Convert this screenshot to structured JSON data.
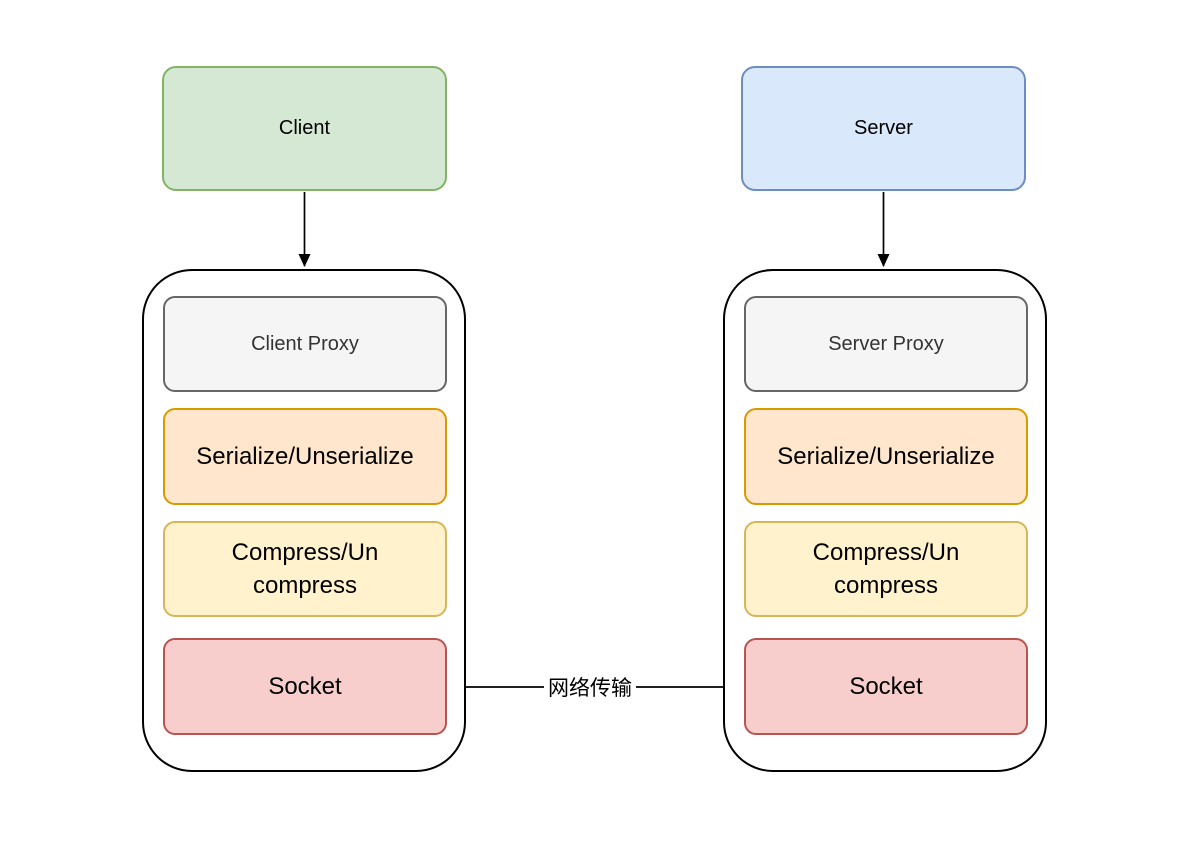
{
  "palette": {
    "green_fill": "#d5e8d4",
    "green_stroke": "#82b366",
    "blue_fill": "#dae8fc",
    "blue_stroke": "#6c8ebf",
    "gray_fill": "#f5f5f5",
    "gray_stroke": "#666666",
    "gray_text": "#333333",
    "orange_fill": "#ffe6cc",
    "orange_stroke": "#d79b00",
    "yellow_fill": "#fff2cc",
    "yellow_stroke": "#d6b656",
    "red_fill": "#f8cecc",
    "red_stroke": "#b85450",
    "line_color": "#000000",
    "text_color": "#000000"
  },
  "nodes": {
    "client": {
      "label": "Client"
    },
    "server": {
      "label": "Server"
    }
  },
  "client_stack": {
    "proxy": {
      "label": "Client Proxy"
    },
    "serialize": {
      "label": "Serialize/Unserialize"
    },
    "compress": {
      "line1": "Compress/Un",
      "line2": "compress"
    },
    "socket": {
      "label": "Socket"
    }
  },
  "server_stack": {
    "proxy": {
      "label": "Server Proxy"
    },
    "serialize": {
      "label": "Serialize/Unserialize"
    },
    "compress": {
      "line1": "Compress/Un",
      "line2": "compress"
    },
    "socket": {
      "label": "Socket"
    }
  },
  "connections": {
    "network_label": "网络传输"
  }
}
